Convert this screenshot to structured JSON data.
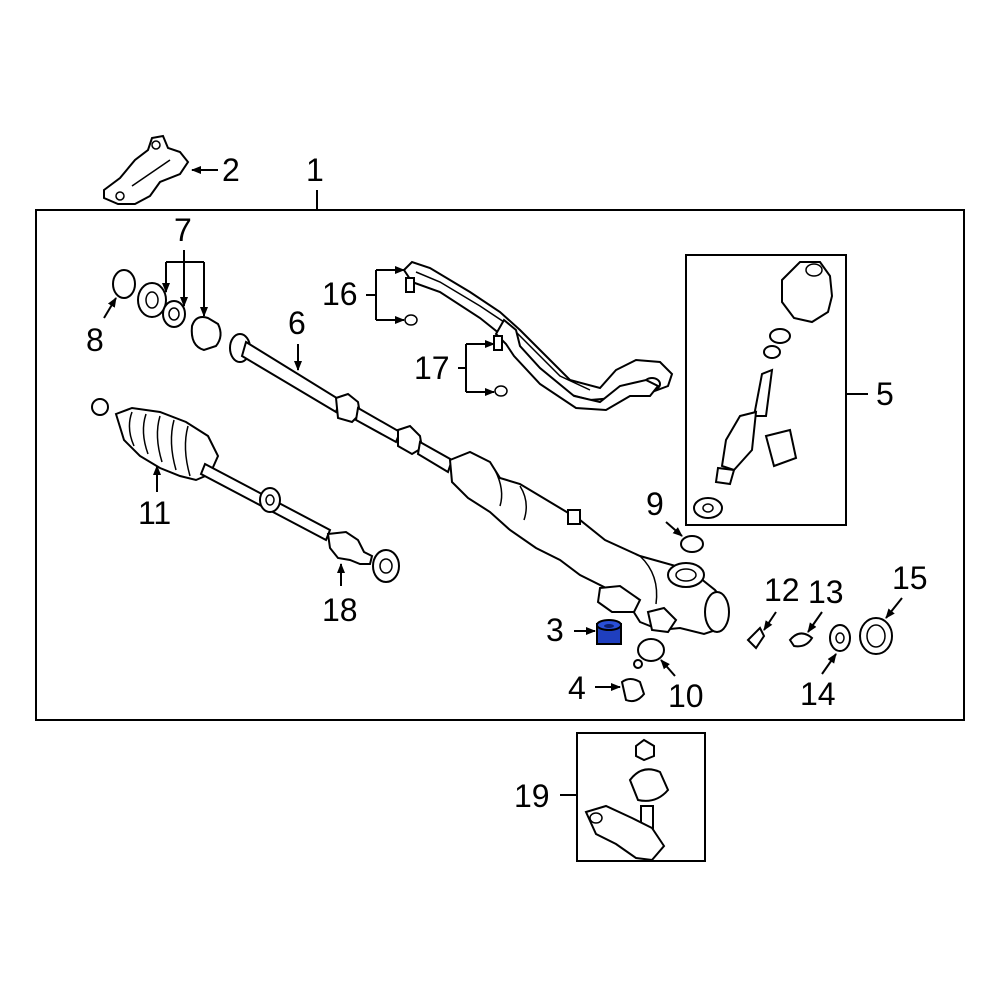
{
  "callouts": {
    "c1": "1",
    "c2": "2",
    "c3": "3",
    "c4": "4",
    "c5": "5",
    "c6": "6",
    "c7": "7",
    "c8": "8",
    "c9": "9",
    "c10": "10",
    "c11": "11",
    "c12": "12",
    "c13": "13",
    "c14": "14",
    "c15": "15",
    "c16": "16",
    "c17": "17",
    "c18": "18",
    "c19": "19"
  },
  "colors": {
    "line": "#000000",
    "highlight": "#1f3fbf",
    "background": "#ffffff"
  }
}
